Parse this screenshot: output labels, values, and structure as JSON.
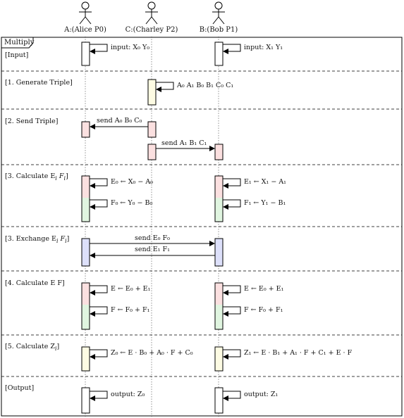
{
  "actors": {
    "alice": "A:(Alice P0)",
    "charley": "C:(Charley P2)",
    "bob": "B:(Bob P1)"
  },
  "frame": {
    "title": "Multiply"
  },
  "sections": {
    "input": "[Input]",
    "generate": "[1.  Generate Triple]",
    "send_triple": "[2.  Send Triple]",
    "calc_ei_fi": "[3.  Calculate E",
    "exchange": "[3.  Exchange E",
    "calc_e_f": "[4.  Calculate E F]",
    "calc_zi": "[5.  Calculate Z",
    "output": "[Output]"
  },
  "messages": {
    "alice_input": "input:  X₀ Y₀",
    "bob_input": "input:  X₁ Y₁",
    "charley_triple": "A₀  A₁  B₀  B₁  C₀  C₁",
    "send_to_alice": "send  A₀  B₀  C₀",
    "send_to_bob": "send  A₁  B₁  C₁",
    "alice_e0": "E₀ ← X₀ − A₀",
    "alice_f0": "F₀ ← Y₀ − B₀",
    "bob_e1": "E₁ ← X₁ − A₁",
    "bob_f1": "F₁ ← Y₁ − B₁",
    "send_e0_f0": "send  E₀  F₀",
    "send_e1_f1": "send  E₁  F₁",
    "alice_e": "E ← E₀ + E₁",
    "alice_f": "F ← F₀ + F₁",
    "bob_e": "E ← E₀ + E₁",
    "bob_f": "F ← F₀ + F₁",
    "alice_z0": "Z₀ ← E · B₀ + A₀ · F + C₀",
    "bob_z1": "Z₁ ← E · B₁ + A₁ · F + C₁ + E · F",
    "alice_output": "output:  Z₀",
    "bob_output": "output:  Z₁"
  },
  "colors": {
    "pink": "#fbe0e0",
    "green": "#e0f5e0",
    "yellow": "#fdfbe3",
    "blue": "#dde0fa",
    "white": "#ffffff"
  }
}
